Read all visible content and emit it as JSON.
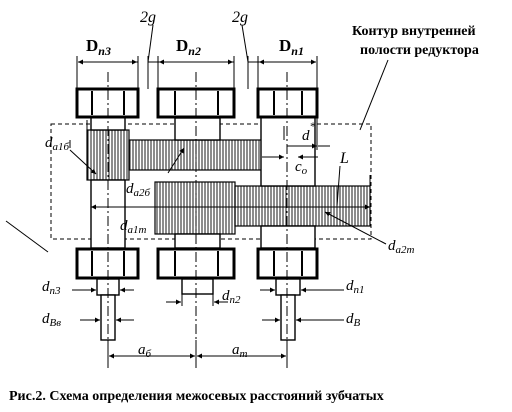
{
  "labels": {
    "dn3": {
      "main": "D",
      "sub": "n3"
    },
    "dn2": {
      "main": "D",
      "sub": "n2"
    },
    "dn1": {
      "main": "D",
      "sub": "n1"
    },
    "gap_left": "2g",
    "gap_right": "2g",
    "contour_line1": "Контур внутренней",
    "contour_line2": "полости редуктора",
    "d_star": "d",
    "d_star_mark": "*",
    "c0": {
      "main": "c",
      "sub": "o"
    },
    "L": "L",
    "da1b": {
      "main": "d",
      "sub": "a1б"
    },
    "da2b": {
      "main": "d",
      "sub": "a2б"
    },
    "da1t": {
      "main": "d",
      "sub": "a1т"
    },
    "da2t": {
      "main": "d",
      "sub": "a2т"
    },
    "dp3": {
      "main": "d",
      "sub": "п3"
    },
    "dp2": {
      "main": "d",
      "sub": "п2"
    },
    "dp1": {
      "main": "d",
      "sub": "п1"
    },
    "dvv": {
      "main": "d",
      "sub": "Вв"
    },
    "dv": {
      "main": "d",
      "sub": "В"
    },
    "ab": {
      "main": "a",
      "sub": "б"
    },
    "at": {
      "main": "a",
      "sub": "т"
    }
  },
  "caption": "Рис.2. Схема определения межосевых расстояний зубчатых"
}
